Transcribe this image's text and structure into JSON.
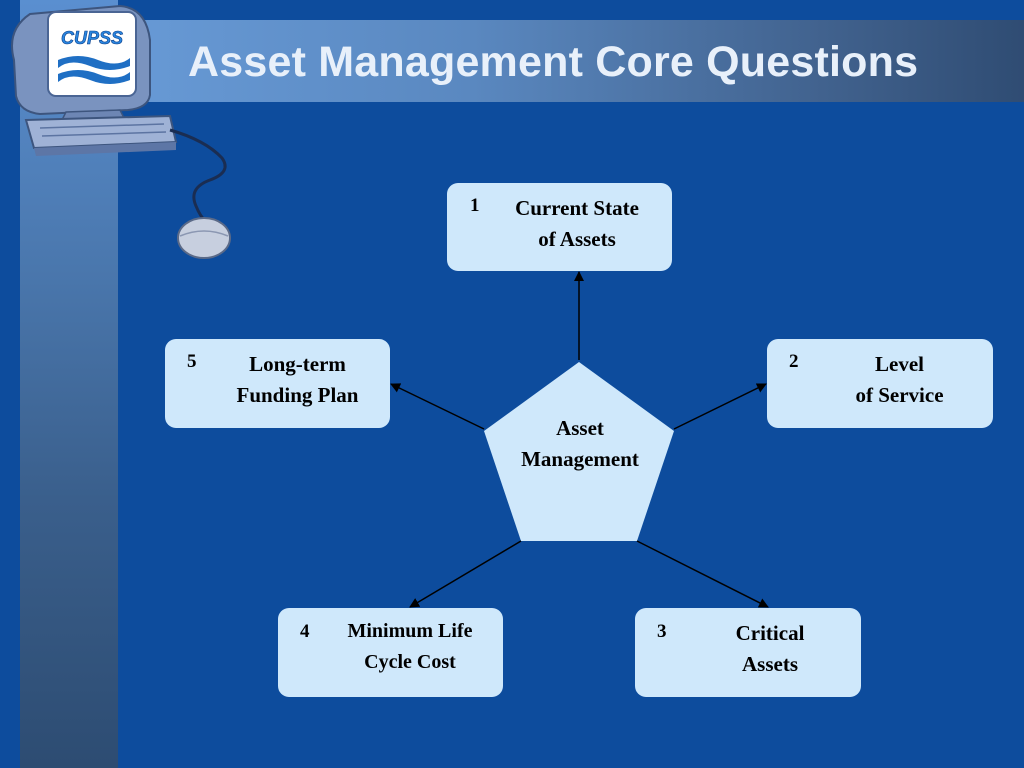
{
  "title": "Asset Management Core Questions",
  "logo": {
    "text": "CUPSS",
    "icon": "computer-icon"
  },
  "diagram": {
    "center": {
      "label": "Asset\nManagement"
    },
    "nodes": [
      {
        "number": "1",
        "label": "Current State\nof Assets"
      },
      {
        "number": "2",
        "label": "Level\nof Service"
      },
      {
        "number": "3",
        "label": "Critical\nAssets"
      },
      {
        "number": "4",
        "label": "Minimum Life\nCycle Cost"
      },
      {
        "number": "5",
        "label": "Long-term\nFunding Plan"
      }
    ]
  },
  "colors": {
    "background": "#0d4c9d",
    "box_fill": "#cfe8fb",
    "title_text": "#e8f0fa",
    "arrow": "#000000"
  }
}
